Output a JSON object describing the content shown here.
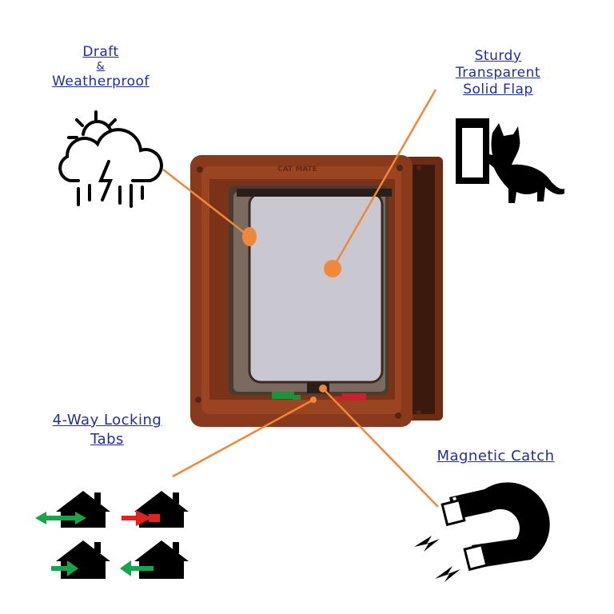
{
  "labels": {
    "draft": [
      "Draft",
      "&",
      "Weatherproof"
    ],
    "flap": [
      "Sturdy",
      "Transparent",
      "Solid Flap"
    ],
    "locking": [
      "4-Way Locking",
      "Tabs"
    ],
    "magnetic": "Magnetic Catch"
  },
  "product": {
    "brand_text": "CAT MATE",
    "frame_color": "#8a3a1c",
    "flap_color": "#c9c7cf",
    "tab_colors": [
      "#1f8f3a",
      "#c8232c"
    ]
  },
  "colors": {
    "label": "#1f2f9c",
    "callout": "#f0883a",
    "arrow_green": "#1aa34a",
    "arrow_red": "#e0231f"
  },
  "icons": [
    "storm-cloud-icon",
    "cat-flap-icon",
    "house-lock-icon",
    "magnet-icon"
  ]
}
